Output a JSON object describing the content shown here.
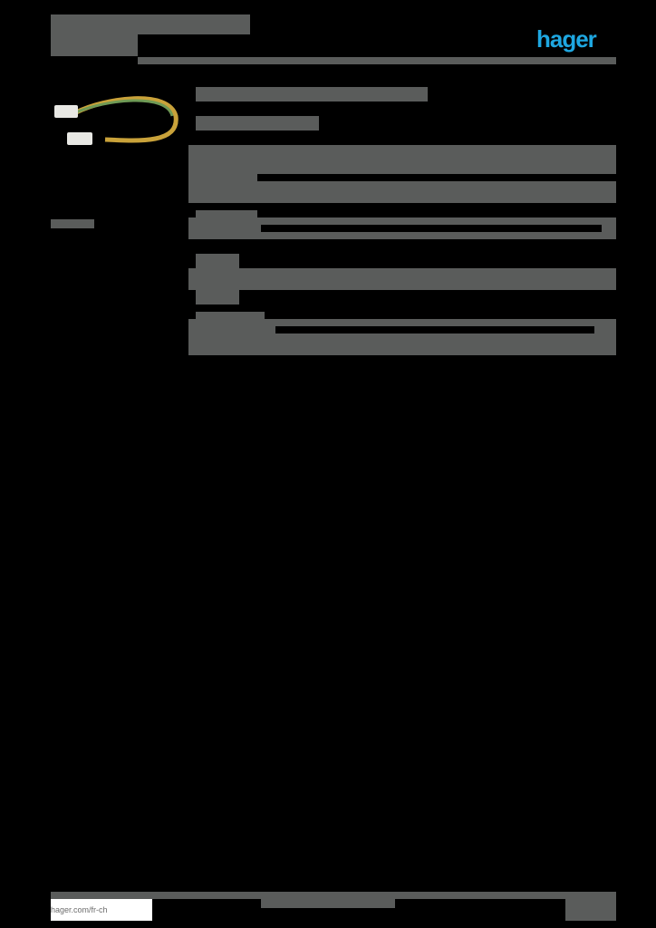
{
  "header": {
    "brand_logo": "hager",
    "brand_color": "#1ea7e1",
    "title_obscured": true
  },
  "product": {
    "image": "earth-cable-green-yellow-with-flat-connectors",
    "title_obscured": true,
    "subtitle_obscured": true
  },
  "sidebar": {
    "label_obscured": true
  },
  "sections": [
    {
      "id": "section-1",
      "obscured": true
    },
    {
      "id": "section-2",
      "obscured": true
    },
    {
      "id": "section-3",
      "obscured": true
    },
    {
      "id": "section-4",
      "obscured": true
    },
    {
      "id": "section-5",
      "obscured": true
    }
  ],
  "footer": {
    "url": "hager.com/fr-ch",
    "center_obscured": true,
    "right_obscured": true
  },
  "colors": {
    "background": "#000000",
    "block": "#5a5c5b"
  }
}
